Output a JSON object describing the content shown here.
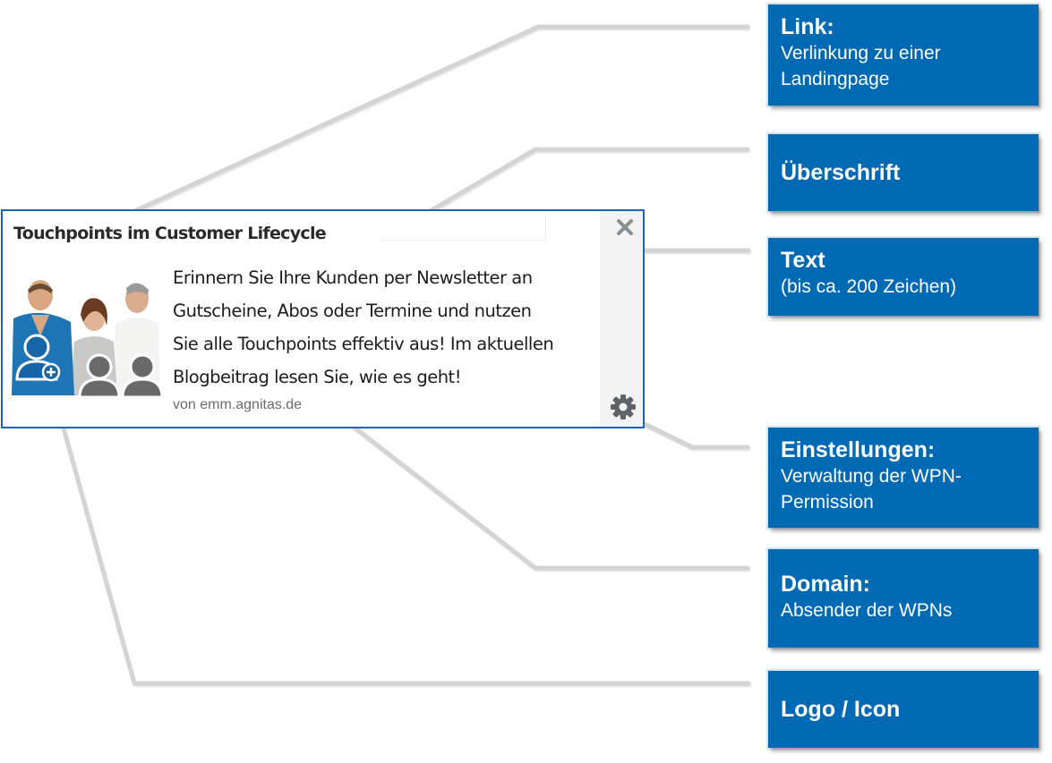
{
  "notification": {
    "title": "Touchpoints im Customer Lifecycle",
    "body": "Erinnern Sie Ihre Kunden per Newsletter an\nGutscheine, Abos oder Termine und nutzen\nSie alle Touchpoints effektiv aus! Im aktuellen\nBlogbeitrag lesen Sie, wie es geht!",
    "domain": "von emm.agnitas.de",
    "close_icon": "close-icon",
    "settings_icon": "gear-icon",
    "logo": "people-logo"
  },
  "callouts": {
    "link": {
      "title": "Link:",
      "desc": "Verlinkung zu einer\nLandingpage"
    },
    "heading": {
      "title": "Überschrift"
    },
    "text": {
      "title": "Text",
      "desc": "(bis ca. 200 Zeichen)"
    },
    "settings": {
      "title": "Einstellungen:",
      "desc": "Verwaltung der WPN-\nPermission"
    },
    "domain": {
      "title": "Domain:",
      "desc": "Absender der WPNs"
    },
    "logo": {
      "title": "Logo / Icon"
    }
  },
  "colors": {
    "callout_bg": "#0069b4",
    "notification_border": "#1e66b4",
    "connector": "#d4d4d4"
  }
}
